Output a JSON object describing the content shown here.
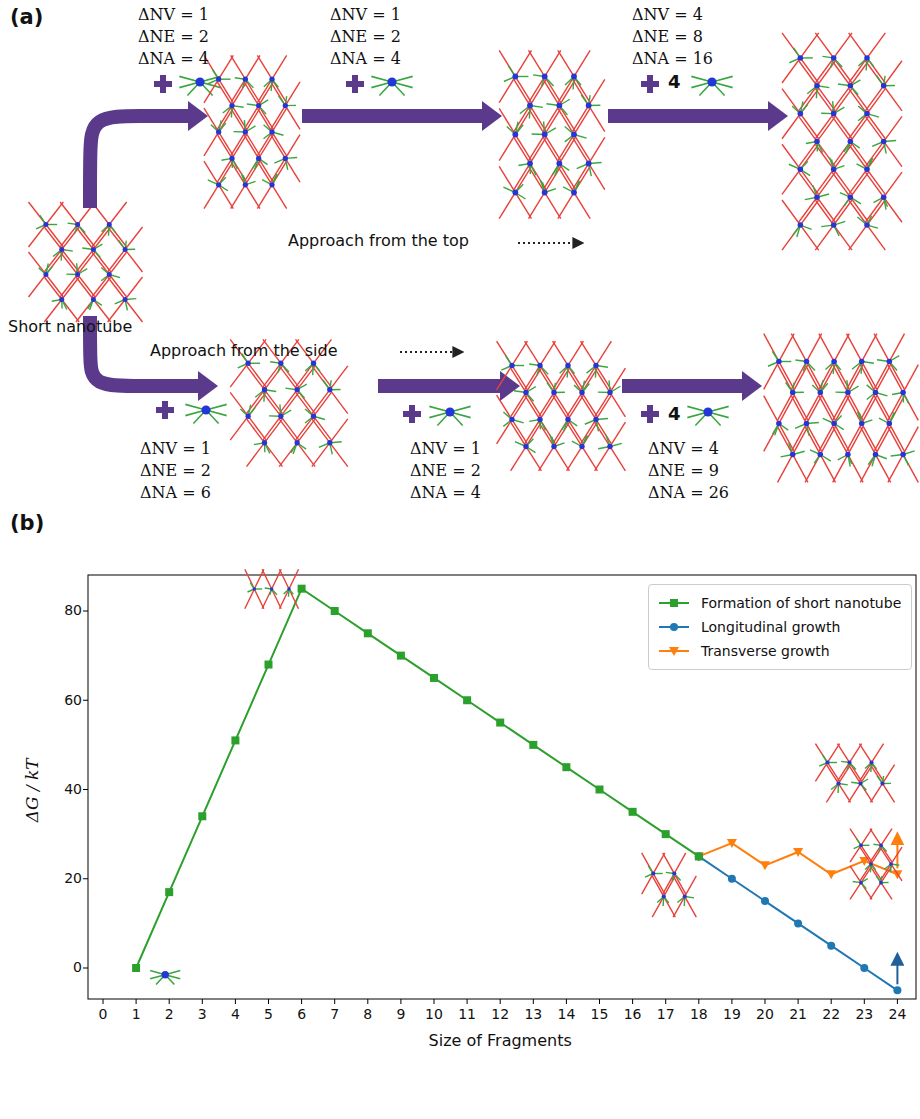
{
  "diagram": {
    "labels": [
      "(a)",
      "ΔNV = 1",
      "ΔNE = 2",
      "ΔNA = 4",
      "ΔNV = 1",
      "ΔNE = 2",
      "ΔNA = 4",
      "ΔNV = 4",
      "ΔNE = 8",
      "ΔNA = 16",
      "4",
      "Approach from the top",
      "Short nanotube",
      "Approach from the side",
      "4",
      "ΔNV = 1",
      "ΔNE = 2",
      "ΔNA = 6",
      "ΔNV = 1",
      "ΔNE = 2",
      "ΔNA = 4",
      "ΔNV = 4",
      "ΔNE = 9",
      "ΔNA = 26",
      "(b)",
      "0",
      "20",
      "40",
      "60",
      "80",
      "0",
      "1",
      "2",
      "3",
      "4",
      "5",
      "6",
      "7",
      "8",
      "9",
      "10",
      "11",
      "12",
      "13",
      "14",
      "15",
      "16",
      "17",
      "18",
      "19",
      "20",
      "21",
      "22",
      "23",
      "24",
      "Size of Fragments",
      "ΔG / kT"
    ],
    "legend": [
      {
        "text": "Formation of short nanotube"
      },
      {
        "text": "Longitudinal growth"
      },
      {
        "text": "Transverse growth"
      }
    ]
  }
}
